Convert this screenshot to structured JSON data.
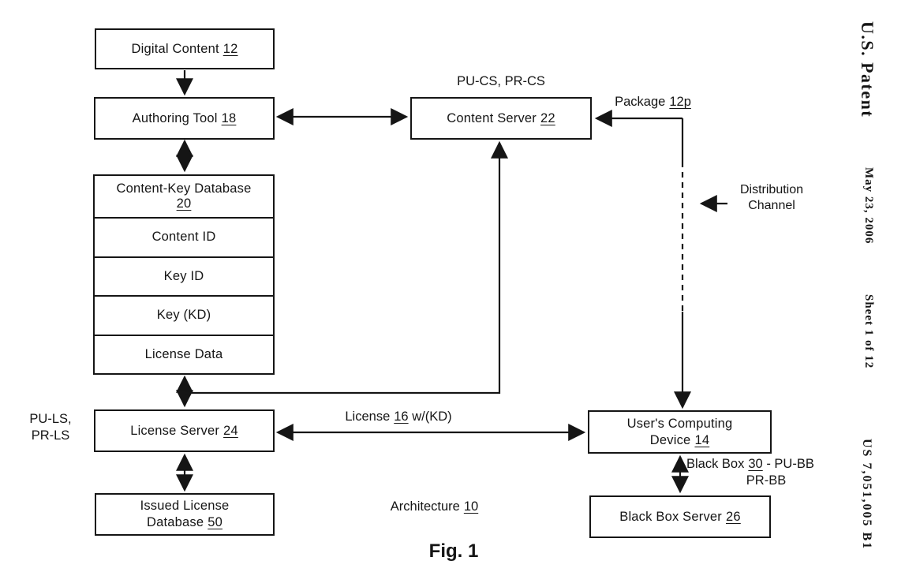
{
  "page": {
    "ink": "#151515",
    "paper": "#ffffff"
  },
  "margin": {
    "patent_title": "U.S. Patent",
    "date": "May 23, 2006",
    "sheet": "Sheet 1 of 12",
    "patent_number": "US 7,051,005 B1"
  },
  "boxes": {
    "digital_content": {
      "label": "Digital Content",
      "ref": "12"
    },
    "authoring_tool": {
      "label": "Authoring Tool",
      "ref": "18"
    },
    "content_key_database": {
      "label": "Content-Key Database",
      "ref": "20",
      "rows": [
        "Content ID",
        "Key ID",
        "Key (KD)",
        "License Data"
      ]
    },
    "content_server": {
      "label": "Content Server",
      "ref": "22",
      "keys_label": "PU-CS, PR-CS"
    },
    "license_server": {
      "label": "License Server",
      "ref": "24",
      "keys_line1": "PU-LS,",
      "keys_line2": "PR-LS"
    },
    "issued_license_database": {
      "label_line1": "Issued License",
      "label_line2": "Database",
      "ref": "50"
    },
    "users_computing_device": {
      "label_line1": "User's Computing",
      "label_line2": "Device",
      "ref": "14"
    },
    "black_box_server": {
      "label": "Black Box Server",
      "ref": "26"
    }
  },
  "connectors": {
    "package": {
      "label": "Package",
      "ref": "12p"
    },
    "distribution_channel": {
      "line1": "Distribution",
      "line2": "Channel"
    },
    "license": {
      "label": "License",
      "ref": "16",
      "suffix": "w/(KD)"
    },
    "black_box": {
      "label": "Black Box",
      "ref": "30",
      "suffix": "- PU-BB",
      "line2": "PR-BB"
    }
  },
  "footer": {
    "architecture_label": "Architecture",
    "architecture_ref": "10",
    "caption": "Fig. 1"
  }
}
